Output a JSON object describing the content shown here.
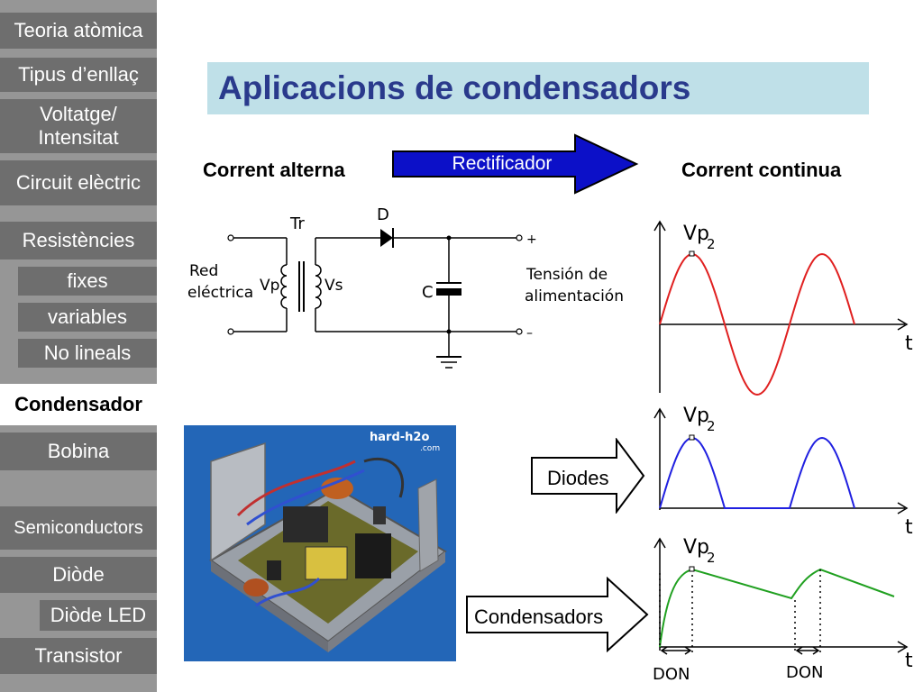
{
  "sidebar": {
    "items": [
      {
        "label": "Teoria atòmica"
      },
      {
        "label": "Tipus d’enllaç"
      },
      {
        "label": "Voltatge/ Intensitat"
      },
      {
        "label": "Circuit elèctric"
      },
      {
        "label": "Resistències"
      },
      {
        "label": "fixes"
      },
      {
        "label": "variables"
      },
      {
        "label": "No lineals"
      },
      {
        "label": "Condensador"
      },
      {
        "label": "Bobina"
      },
      {
        "label": "Semiconductors"
      },
      {
        "label": "Diòde"
      },
      {
        "label": "Diòde LED"
      },
      {
        "label": "Transistor"
      }
    ]
  },
  "main": {
    "title": "Aplicacions de condensadors",
    "ac_label": "Corrent alterna",
    "dc_label": "Corrent continua",
    "rectifier_label": "Rectificador",
    "diodes_label": "Diodes",
    "capacitors_label": "Condensadors"
  },
  "circuit": {
    "tr": "Tr",
    "d": "D",
    "c": "C",
    "vp": "Vp",
    "vs": "Vs",
    "red_line1": "Red",
    "red_line2": "eléctrica",
    "tension_line1": "Tensión de",
    "tension_line2": "alimentación",
    "plus": "+",
    "minus": "–"
  },
  "photo": {
    "watermark": "hard-h2o",
    "watermark_sub": ".com"
  },
  "graphs": {
    "vp_label": "Vp",
    "vp_sub": "2",
    "t_label": "t",
    "don_label": "DON"
  },
  "colors": {
    "sidebar_bg": "#969696",
    "nav_bg": "#6e6e6e",
    "title_bg": "#bfe0e8",
    "title_text": "#2a3a8c",
    "arrow_blue": "#0c10c8",
    "wave_red": "#e02020",
    "wave_blue": "#2020e0",
    "wave_green": "#20a020"
  }
}
